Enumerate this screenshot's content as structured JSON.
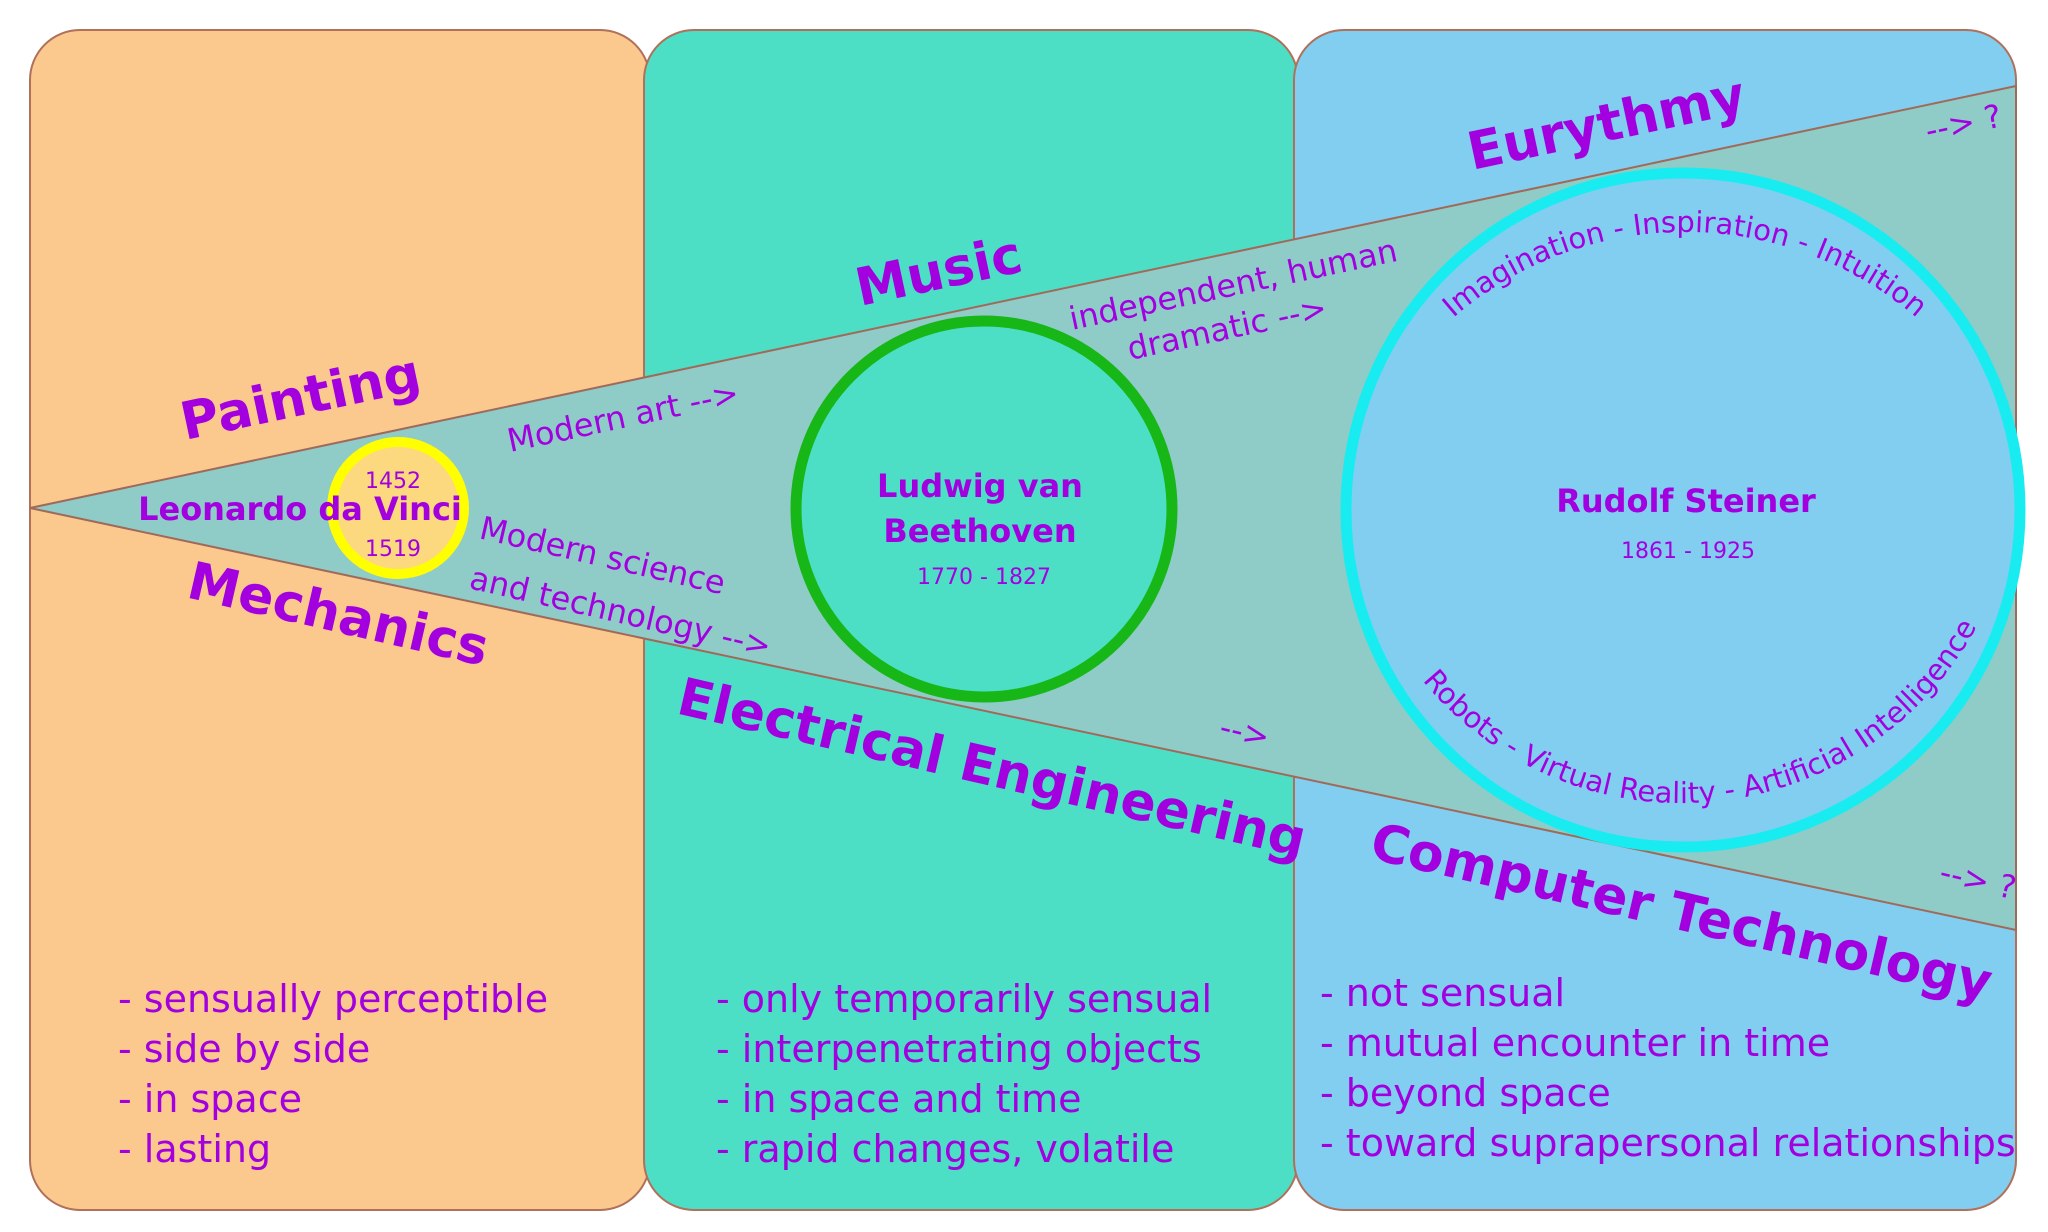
{
  "panels": [
    {
      "color": "#fbc98e",
      "properties": [
        "- sensually perceptible",
        "- side by side",
        "- in space",
        "- lasting"
      ]
    },
    {
      "color": "#4ddfc6",
      "properties": [
        "- only temporarily sensual",
        "- interpenetrating objects",
        "- in space and time",
        "- rapid changes, volatile"
      ]
    },
    {
      "color": "#82cef0",
      "properties": [
        "- not sensual",
        "- mutual encounter in time",
        "- beyond space",
        "- toward suprapersonal relationships"
      ]
    }
  ],
  "wedge_color": "#8fcbc7",
  "text_color": "#a300e0",
  "labels": {
    "painting": "Painting",
    "mechanics": "Mechanics",
    "music": "Music",
    "electrical_engineering": "Electrical Engineering",
    "eurythmy": "Eurythmy",
    "computer_technology": "Computer Technology"
  },
  "people": {
    "davinci": {
      "name": "Leonardo da Vinci",
      "birth": "1452",
      "death": "1519",
      "ring_color": "#ffff00",
      "fill_color": "#fcd97e"
    },
    "beethoven": {
      "name_line1": "Ludwig van",
      "name_line2": "Beethoven",
      "years": "1770 - 1827",
      "ring_color": "#16b716"
    },
    "steiner": {
      "name": "Rudolf Steiner",
      "years": "1861 - 1925",
      "ring_color": "#19ecf0"
    }
  },
  "notes": {
    "modern_art": "Modern art  -->",
    "modern_science_line1": "Modern science",
    "modern_science_line2": "and technology  -->",
    "independent_line1": "independent, human",
    "independent_line2": "dramatic -->",
    "lower_arrow": "-->",
    "top_question": "--> ?",
    "bottom_question": "--> ?"
  },
  "arcs": {
    "top": "Imagination  -  Inspiration  -  Intuition",
    "bottom": "Robots  -  Virtual Reality  -  Artificial Intelligence"
  }
}
